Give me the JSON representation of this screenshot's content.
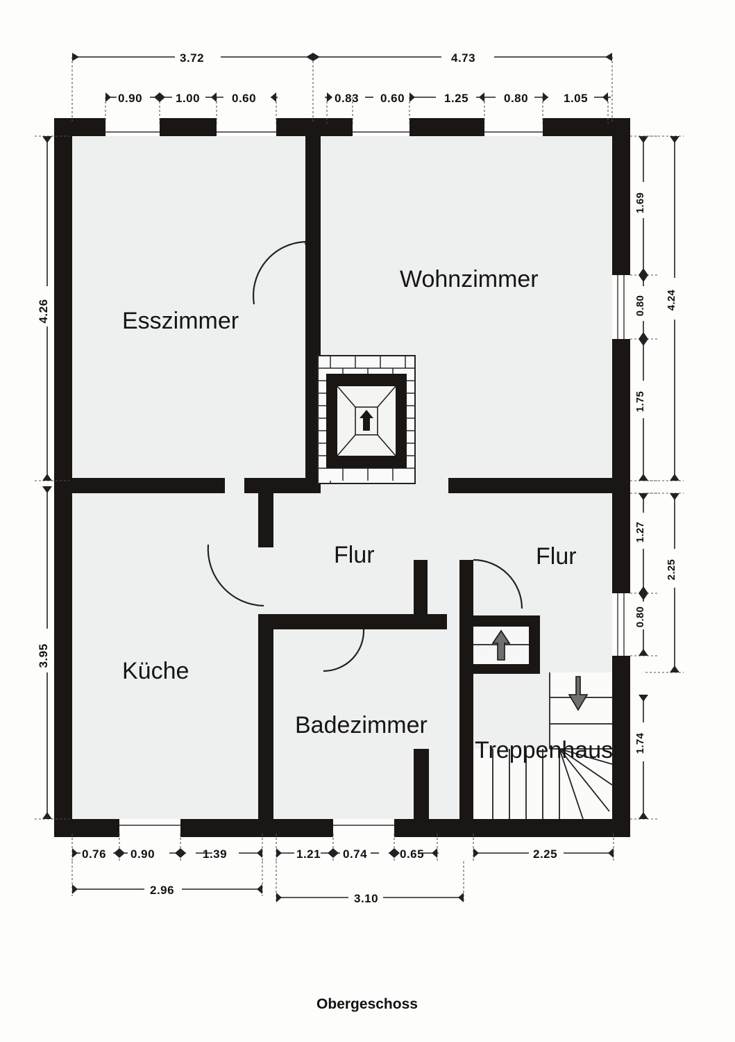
{
  "document": {
    "title": "Obergeschoss",
    "caption": "Obergeschoss",
    "type": "floor-plan",
    "language": "de"
  },
  "rooms": [
    {
      "id": "esszimmer",
      "label": "Esszimmer"
    },
    {
      "id": "wohnzimmer",
      "label": "Wohnzimmer"
    },
    {
      "id": "flur-left",
      "label": "Flur"
    },
    {
      "id": "flur-right",
      "label": "Flur"
    },
    {
      "id": "kueche",
      "label": "Küche"
    },
    {
      "id": "badezimmer",
      "label": "Badezimmer"
    },
    {
      "id": "treppenhaus",
      "label": "Treppenhaus"
    }
  ],
  "dimensions": {
    "top_overall": [
      {
        "id": "top-ov-1",
        "value": "3.72"
      },
      {
        "id": "top-ov-2",
        "value": "4.73"
      }
    ],
    "top_detail": [
      {
        "id": "top-d-1",
        "value": "0.90"
      },
      {
        "id": "top-d-2",
        "value": "1.00"
      },
      {
        "id": "top-d-3",
        "value": "0.60"
      },
      {
        "id": "top-d-4",
        "value": "0.83"
      },
      {
        "id": "top-d-5",
        "value": "0.60"
      },
      {
        "id": "top-d-6",
        "value": "1.25"
      },
      {
        "id": "top-d-7",
        "value": "0.80"
      },
      {
        "id": "top-d-8",
        "value": "1.05"
      }
    ],
    "left": [
      {
        "id": "left-1",
        "value": "4.26"
      },
      {
        "id": "left-2",
        "value": "3.95"
      }
    ],
    "right_inner": [
      {
        "id": "right-i-1",
        "value": "1.69"
      },
      {
        "id": "right-i-2",
        "value": "0.80"
      },
      {
        "id": "right-i-3",
        "value": "1.75"
      },
      {
        "id": "right-i-4",
        "value": "1.27"
      },
      {
        "id": "right-i-5",
        "value": "0.80"
      },
      {
        "id": "right-i-6",
        "value": "1.74"
      }
    ],
    "right_outer": [
      {
        "id": "right-o-1",
        "value": "4.24"
      },
      {
        "id": "right-o-2",
        "value": "2.25"
      }
    ],
    "bottom_detail": [
      {
        "id": "bot-d-1",
        "value": "0.76"
      },
      {
        "id": "bot-d-2",
        "value": "0.90"
      },
      {
        "id": "bot-d-3",
        "value": "1.39"
      },
      {
        "id": "bot-d-4",
        "value": "1.21"
      },
      {
        "id": "bot-d-5",
        "value": "0.74"
      },
      {
        "id": "bot-d-6",
        "value": "0.65"
      },
      {
        "id": "bot-d-7",
        "value": "2.25"
      }
    ],
    "bottom_overall": [
      {
        "id": "bot-ov-1",
        "value": "2.96"
      },
      {
        "id": "bot-ov-2",
        "value": "3.10"
      }
    ]
  },
  "annotations": {
    "stair_up_arrow": "arrow-up",
    "stair_down_arrow": "arrow-down",
    "chimney": "chimney-flue"
  },
  "colors": {
    "wall": "#1a1613",
    "interior": "#eef0ef",
    "paper": "#fdfdfc",
    "ink": "#111111"
  }
}
